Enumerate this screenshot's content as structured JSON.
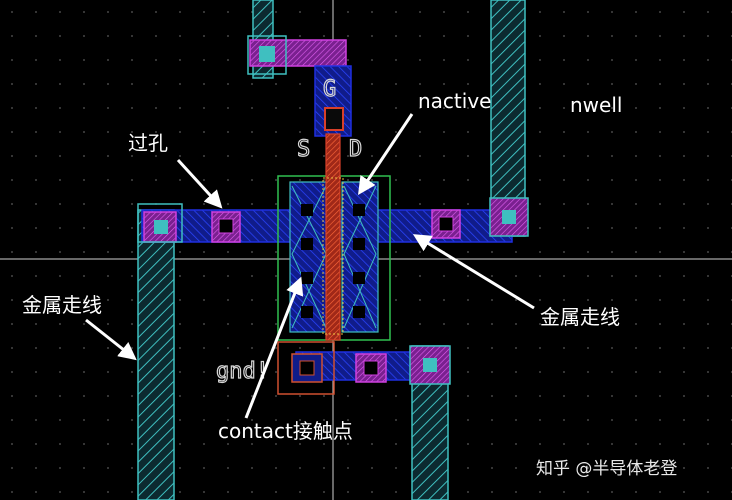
{
  "labels": {
    "nactive": "nactive",
    "nwell": "nwell",
    "via": "过孔",
    "metal_left": "金属走线",
    "metal_right": "金属走线",
    "contact": "contact接触点",
    "gate": "G",
    "source": "S",
    "drain": "D",
    "gnd": "gnd!"
  },
  "watermark": "知乎 @半导体老登",
  "colors": {
    "background": "#000000",
    "metal_cyan": "#3fbfc0",
    "metal_blue": "#1f2fe0",
    "poly_red": "#d8402a",
    "contact_magenta": "#d040e0",
    "active_green": "#30c050",
    "pwell_orange": "#d05030"
  }
}
